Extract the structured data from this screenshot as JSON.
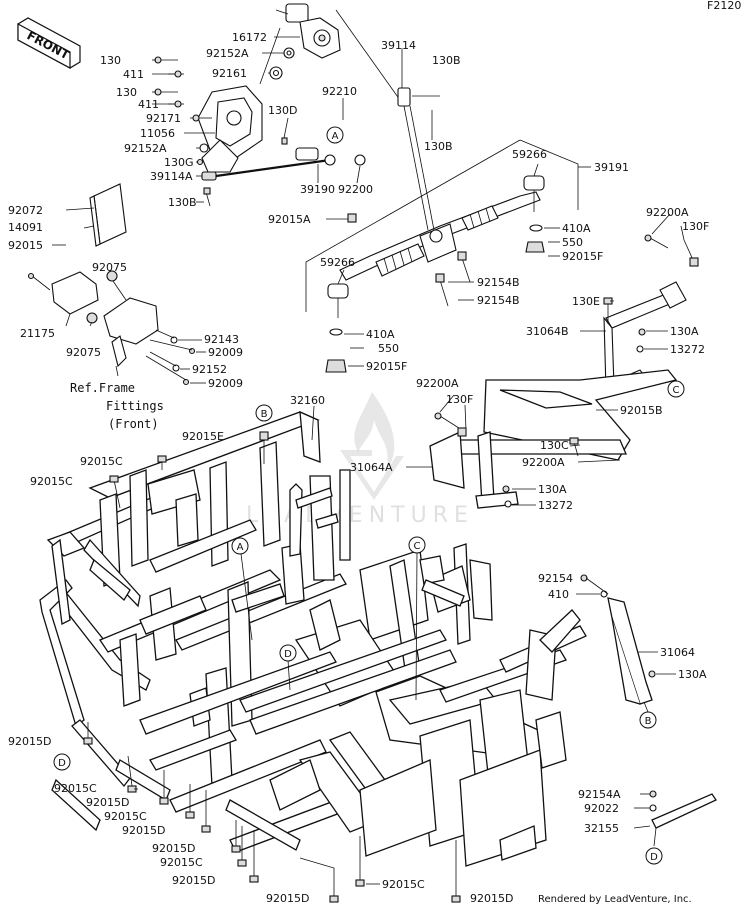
{
  "diagram_code": "F2120",
  "front_arrow_label": "FRONT",
  "credit": "Rendered by LeadVenture, Inc.",
  "watermark": "LEADVENTURE",
  "ref_note": {
    "line1": "Ref.Frame",
    "line2": "Fittings",
    "line3": "(Front)"
  },
  "callouts": [
    "A",
    "B",
    "C",
    "D"
  ],
  "parts": {
    "p16172": "16172",
    "p92152A_top": "92152A",
    "p92161": "92161",
    "p130_a": "130",
    "p411_a": "411",
    "p130_b": "130",
    "p411_b": "411",
    "p92171": "92171",
    "p11056": "11056",
    "p92152A_mid": "92152A",
    "p130G": "130G",
    "p39114A": "39114A",
    "p130B_left": "130B",
    "p130D": "130D",
    "p92210": "92210",
    "p39190": "39190",
    "p92200": "92200",
    "p92015A": "92015A",
    "p39114": "39114",
    "p130B_r1": "130B",
    "p130B_r2": "130B",
    "p59266_r": "59266",
    "p39191": "39191",
    "p410A_r": "410A",
    "p550_r": "550",
    "p92015F_r": "92015F",
    "p92154B_1": "92154B",
    "p92154B_2": "92154B",
    "p59266_l": "59266",
    "p410A_l": "410A",
    "p550_l": "550",
    "p92015F_l": "92015F",
    "p92072": "92072",
    "p14091": "14091",
    "p92015": "92015",
    "p92075_a": "92075",
    "p21175": "21175",
    "p92075_b": "92075",
    "p92143": "92143",
    "p92009_a": "92009",
    "p92152": "92152",
    "p92009_b": "92009",
    "p92200A_r": "92200A",
    "p130F_r": "130F",
    "p130E": "130E",
    "p31064B": "31064B",
    "p130A_1": "130A",
    "p13272_1": "13272",
    "p92015B": "92015B",
    "p92200A_m": "92200A",
    "p130F_m": "130F",
    "p130C": "130C",
    "p92200A_m2": "92200A",
    "p31064A": "31064A",
    "p130A_2": "130A",
    "p13272_2": "13272",
    "p32160": "32160",
    "p92015E": "92015E",
    "p92015C_1": "92015C",
    "p92015C_2": "92015C",
    "p92154": "92154",
    "p410": "410",
    "p31064": "31064",
    "p130A_3": "130A",
    "p92015D_1": "92015D",
    "p92015C_3": "92015C",
    "p92015D_2": "92015D",
    "p92015C_4": "92015C",
    "p92015D_3": "92015D",
    "p92015D_4": "92015D",
    "p92015C_5": "92015C",
    "p92015D_5": "92015D",
    "p92015D_6": "92015D",
    "p92015C_6": "92015C",
    "p92015D_7": "92015D",
    "p92154A": "92154A",
    "p92022": "92022",
    "p32155": "32155"
  }
}
